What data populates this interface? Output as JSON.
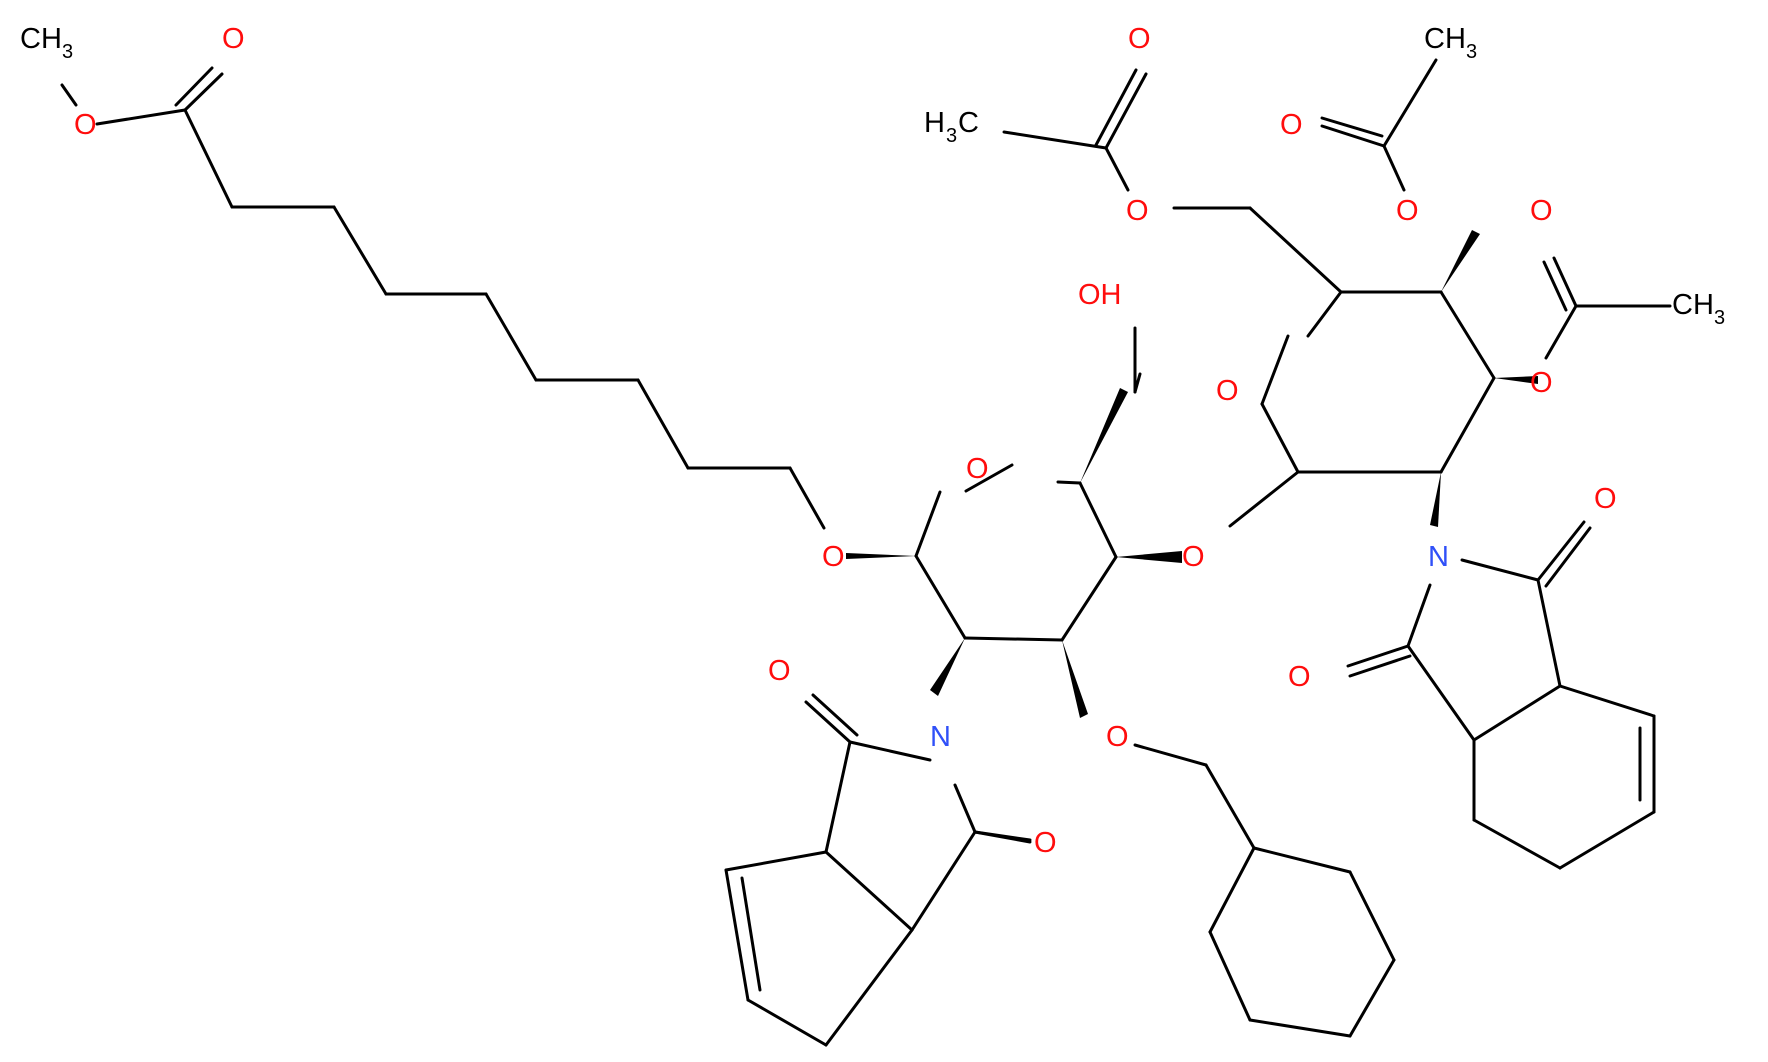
{
  "structure": {
    "labels": {
      "ch3_ester": "CH",
      "ch3_ester_sub": "3",
      "o_ester_carbonyl": "O",
      "o_ester_single": "O",
      "h3c_acetyl_left": "H",
      "h3c_acetyl_left_sub": "3",
      "h3c_acetyl_left_c": "C",
      "o_acetyl_left_carbonyl": "O",
      "o_acetyl_left_single": "O",
      "ch3_acetyl_top": "CH",
      "ch3_acetyl_top_sub": "3",
      "o_acetyl_top_carbonyl": "O",
      "o_acetyl_top_single": "O",
      "ch3_acetyl_right": "CH",
      "ch3_acetyl_right_sub": "3",
      "o_acetyl_right_carbonyl": "O",
      "o_acetyl_right_single": "O",
      "oh_hydroxymethyl": "OH",
      "o_ring_left": "O",
      "o_ring_right": "O",
      "o_glycosidic_aglycone": "O",
      "o_glycosidic_link": "O",
      "n_phthalimide_left": "N",
      "o_phth_left_top": "O",
      "o_phth_left_bottom": "O",
      "n_phthalimide_right": "N",
      "o_phth_right_top": "O",
      "o_phth_right_bottom": "O",
      "o_benzyl": "O"
    },
    "colors": {
      "oxygen": "#ff0d0d",
      "nitrogen": "#3050f8",
      "carbon_bond": "#000000"
    }
  }
}
